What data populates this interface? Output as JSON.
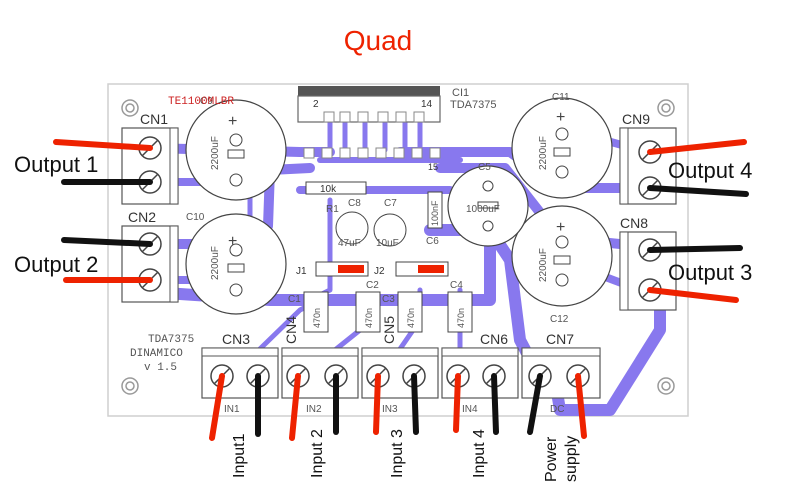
{
  "title": "Quad",
  "board": {
    "id_top": "TE1100MLBR",
    "chip_ref": "CI1",
    "chip_name": "TDA7375",
    "chip_pin_first": "2",
    "chip_pin_last": "14",
    "chip_pin_15": "15",
    "silk_line1": "TDA7375",
    "silk_line2": "DINAMICO",
    "silk_line3": "v 1.5"
  },
  "connectors": {
    "cn1": "CN1",
    "cn2": "CN2",
    "cn3": "CN3",
    "cn4": "CN4",
    "cn5": "CN5",
    "cn6": "CN6",
    "cn7": "CN7",
    "cn8": "CN8",
    "cn9": "CN9"
  },
  "capacitors": {
    "c9": "C9",
    "c9_value": "2200uF",
    "c10": "C10",
    "c10_value": "2200uF",
    "c11": "C11",
    "c11_value": "2200uF",
    "c12": "C12",
    "c12_value": "2200uF",
    "c5": "C5",
    "c5_value": "1000uF",
    "c6": "C6",
    "c6_value": "100nF",
    "c7": "C7",
    "c7_value": "10uF",
    "c8": "C8",
    "c8_value": "47uF",
    "c1": "C1",
    "c1_value": "470n",
    "c2": "C2",
    "c2_value": "470n",
    "c3": "C3",
    "c3_value": "470n",
    "c4": "C4",
    "c4_value": "470n"
  },
  "resistor": {
    "ref": "R1",
    "value": "10k"
  },
  "jumpers": {
    "j1": "J1",
    "j2": "J2"
  },
  "input_silk": {
    "in1": "IN1",
    "in2": "IN2",
    "in3": "IN3",
    "in4": "IN4",
    "dc": "DC"
  },
  "labels": {
    "output1": "Output 1",
    "output2": "Output 2",
    "output3": "Output 3",
    "output4": "Output 4",
    "input1": "Input1",
    "input2": "Input 2",
    "input3": "Input 3",
    "input4": "Input 4",
    "power": "Power\nsupply"
  },
  "colors": {
    "trace": "#8878ee",
    "title": "#ee2200",
    "silk": "#666666",
    "wire_red": "#ee2200",
    "wire_black": "#111111",
    "cap_fill": "#ffffff"
  }
}
